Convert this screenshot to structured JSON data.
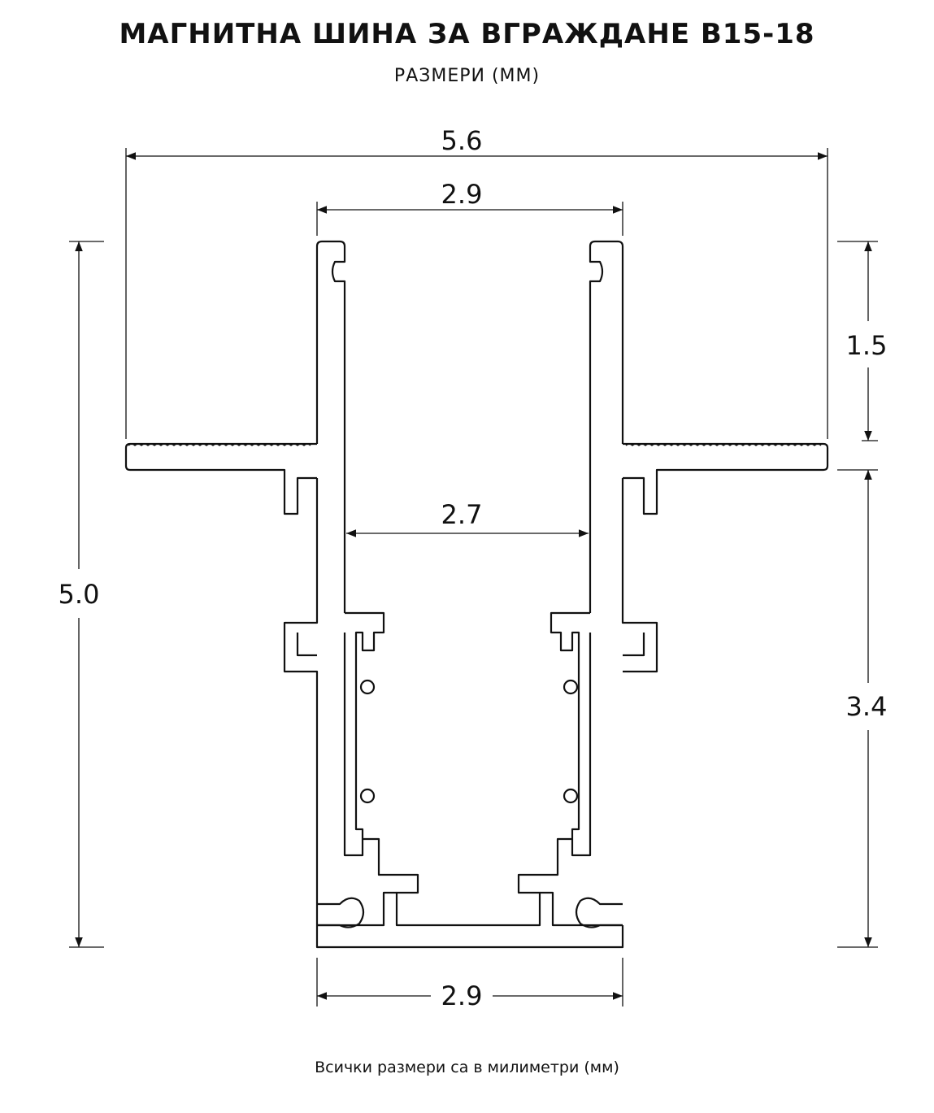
{
  "header": {
    "title": "МАГНИТНА ШИНА ЗА ВГРАЖДАНЕ B15-18",
    "subtitle": "РАЗМЕРИ (ММ)"
  },
  "dimensions": {
    "overall_width": "5.6",
    "inner_top_width": "2.9",
    "inner_channel_width": "2.7",
    "bottom_width": "2.9",
    "overall_height": "5.0",
    "upper_height": "1.5",
    "lower_height": "3.4"
  },
  "footer": {
    "note": "Всички размери са в милиметри (мм)"
  },
  "colors": {
    "stroke": "#111111",
    "background": "#ffffff"
  }
}
